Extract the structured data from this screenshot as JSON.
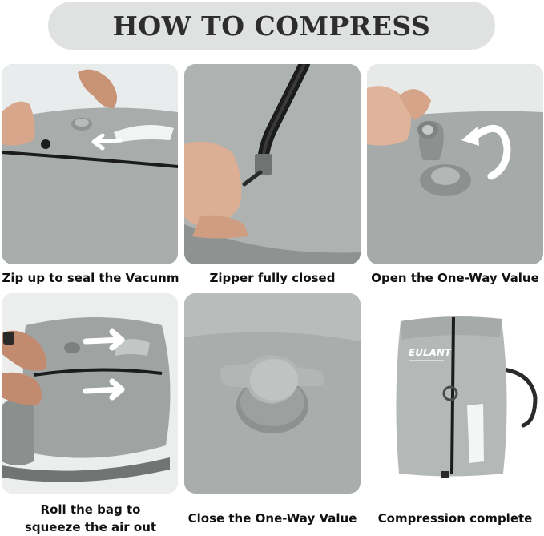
{
  "header": {
    "title": "HOW TO COMPRESS"
  },
  "steps": [
    {
      "caption": "Zip up to seal the Vacunm"
    },
    {
      "caption": "Zipper fully closed"
    },
    {
      "caption": "Open the One-Way Value"
    },
    {
      "caption_line1": "Roll the bag to",
      "caption_line2": "squeeze the air out"
    },
    {
      "caption": "Close the One-Way Value"
    },
    {
      "caption": "Compression complete"
    }
  ],
  "brand": {
    "logo_text": "EULANT"
  },
  "colors": {
    "bag_gray": "#a3a8a7",
    "title_bg": "#dfe2e1",
    "zipper": "#1c1c1c",
    "valve": "#8f9493"
  }
}
